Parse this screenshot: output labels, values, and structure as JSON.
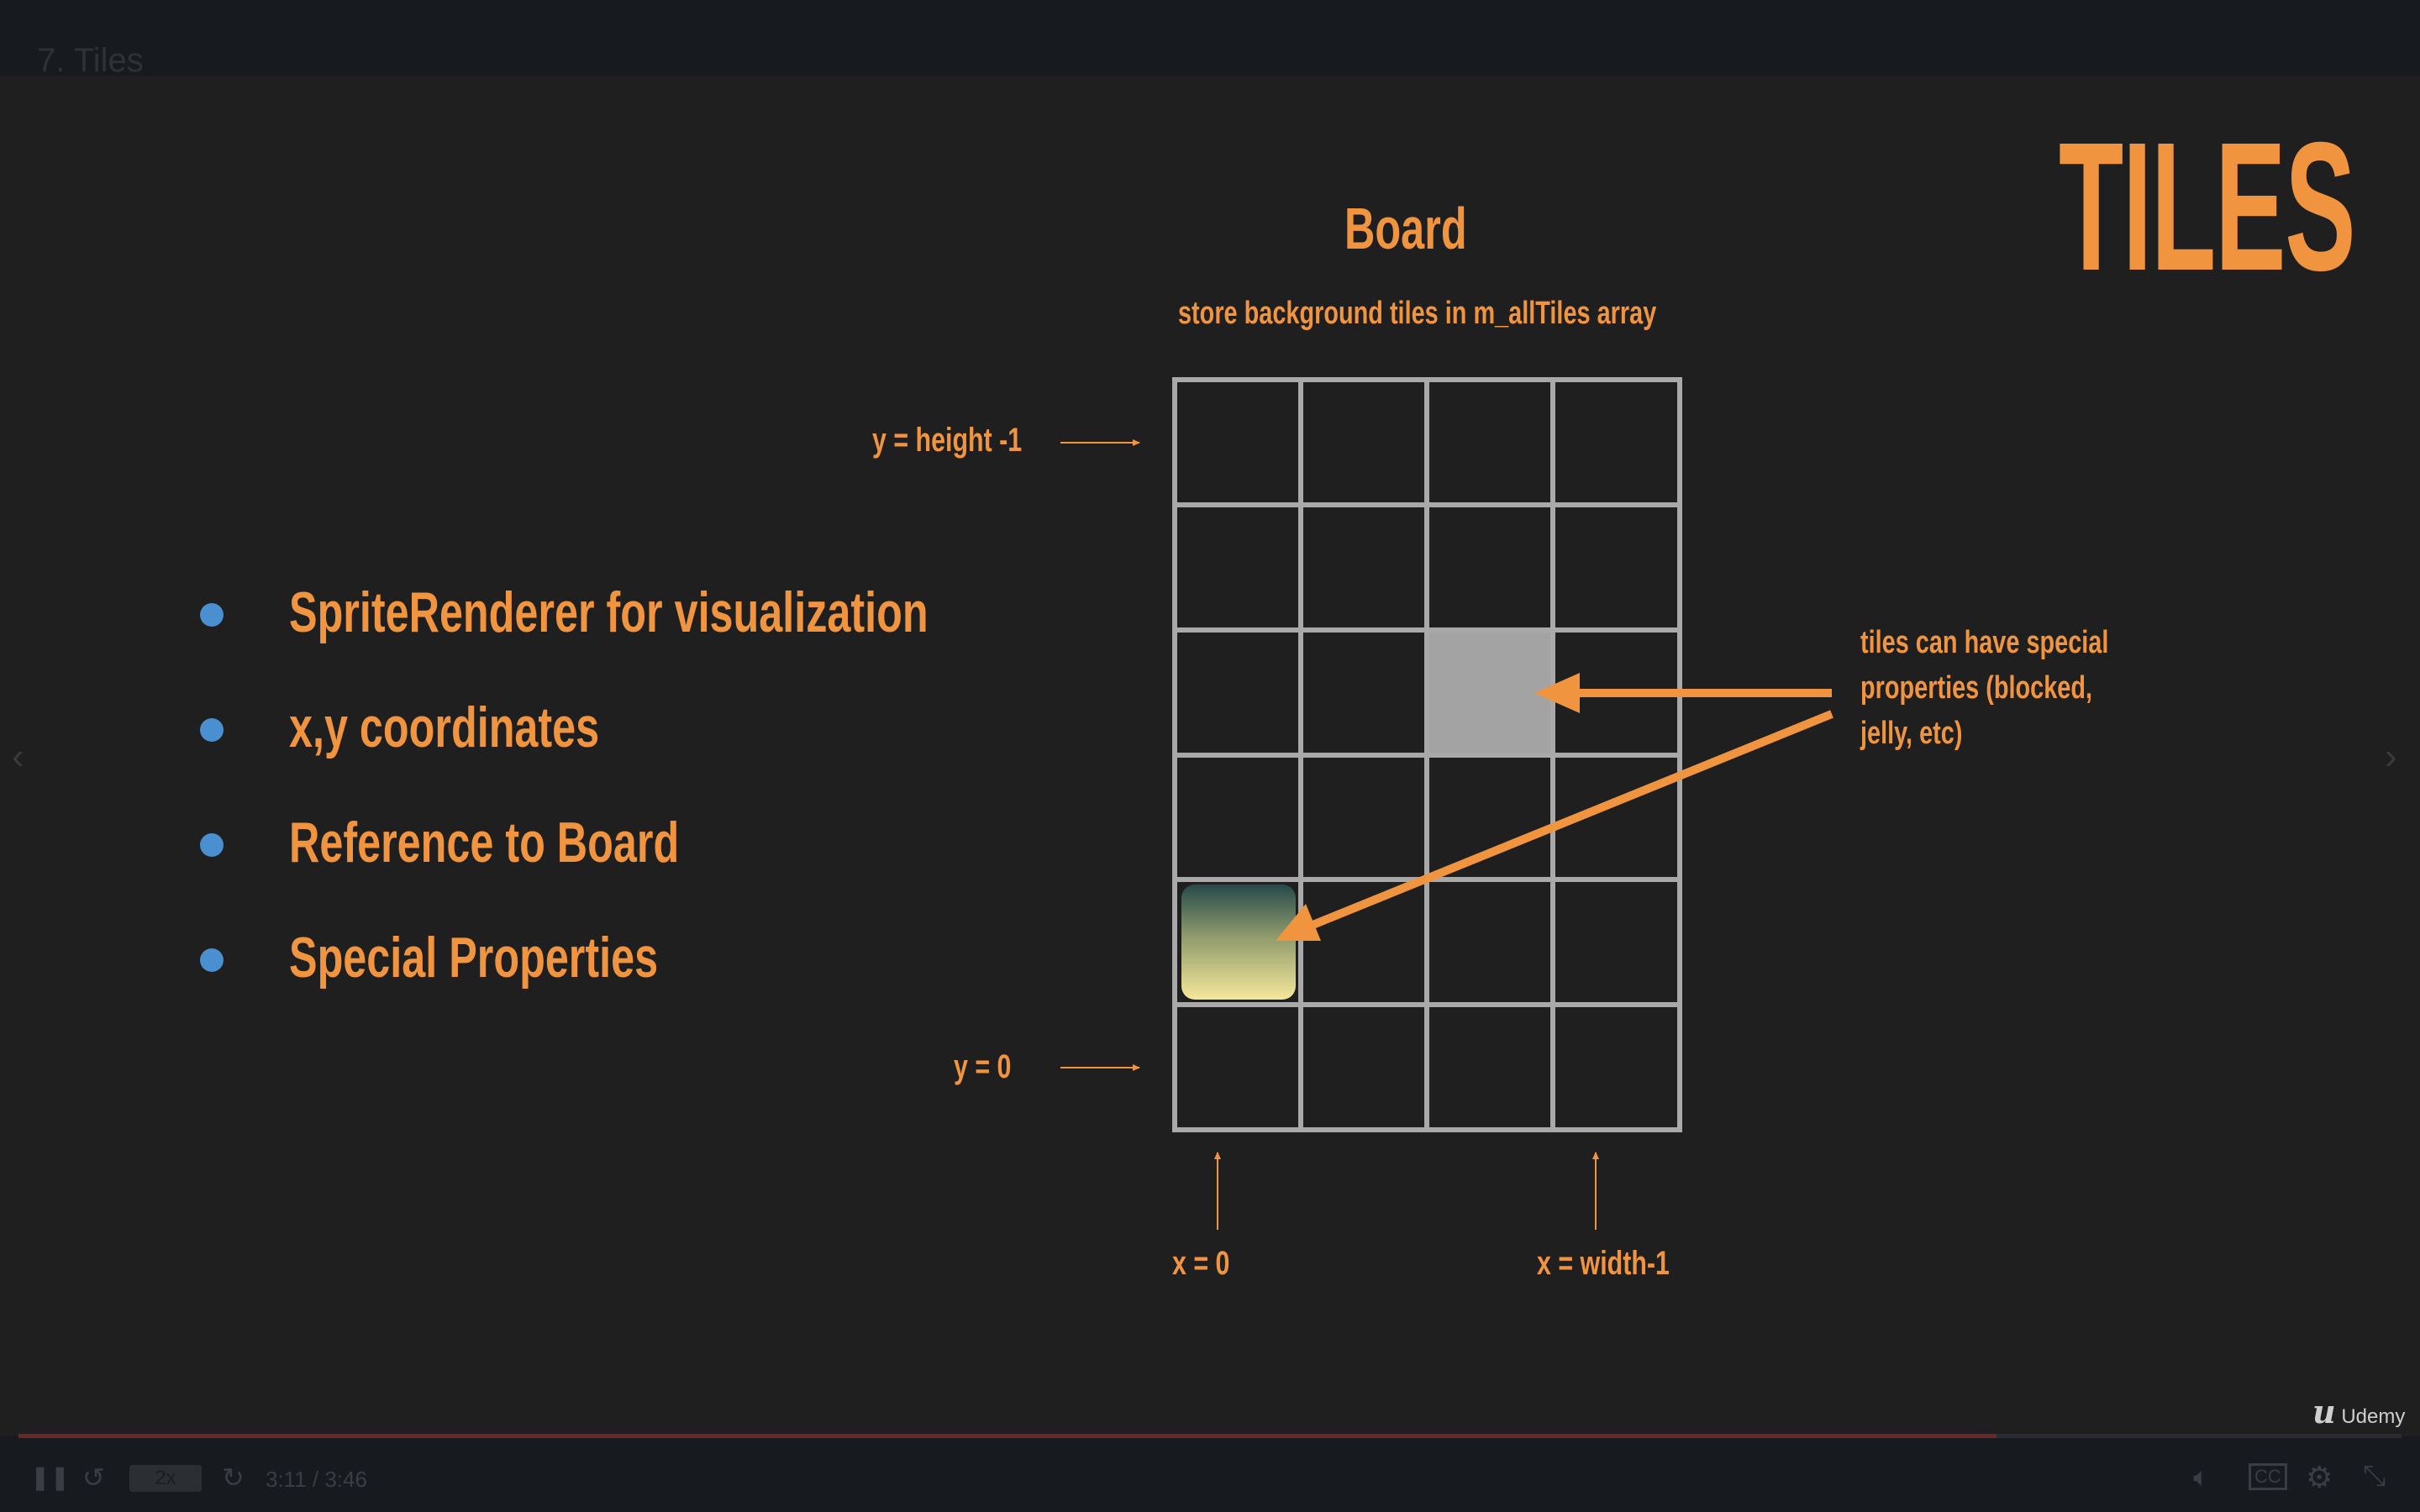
{
  "header": {
    "lecture_title": "7. Tiles"
  },
  "slide": {
    "title": "TILES",
    "board_title": "Board",
    "board_subtitle": "store background tiles in m_allTiles array",
    "bullets": [
      "SpriteRenderer for visualization",
      "x,y coordinates",
      "Reference to Board",
      "Special Properties"
    ],
    "labels": {
      "y_top": "y = height -1",
      "y_bottom": "y = 0",
      "x_left": "x = 0",
      "x_right": "x = width-1",
      "annotation": [
        "tiles can have special",
        "properties (blocked,",
        "jelly, etc)"
      ]
    },
    "grid": {
      "columns": 4,
      "rows": 6,
      "blocked_cell": {
        "col": 2,
        "row": 2
      },
      "tile_cell": {
        "col": 0,
        "row": 4
      }
    },
    "colors": {
      "accent": "#f0943f",
      "bullet": "#4a8fd0",
      "grid_line": "#a9a9a9",
      "blocked": "#a3a3a3"
    }
  },
  "player": {
    "speed": "2x",
    "time": "3:11 / 3:46",
    "progress": 0.83,
    "watermark": "Udemy",
    "icons": [
      "pause-icon",
      "rewind-icon",
      "forward-icon",
      "volume-icon",
      "captions-icon",
      "settings-icon",
      "exit-fullscreen-icon"
    ]
  }
}
